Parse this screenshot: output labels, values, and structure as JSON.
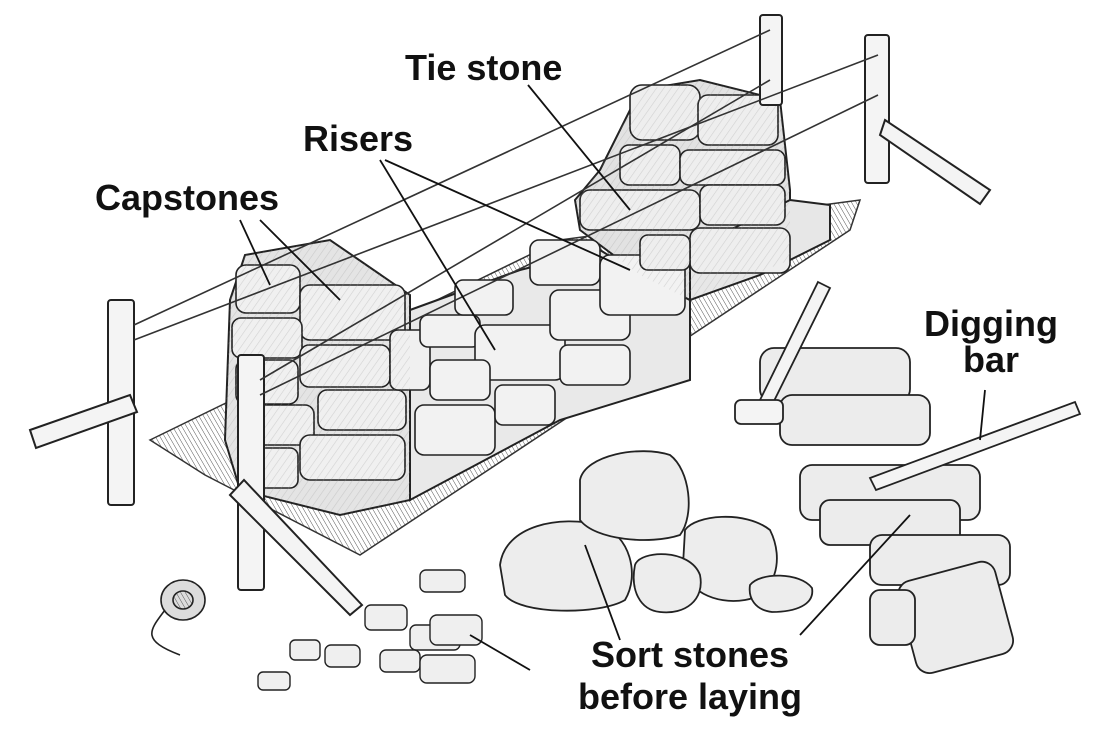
{
  "labels": {
    "tie_stone": "Tie stone",
    "risers": "Risers",
    "capstones": "Capstones",
    "digging_bar_line1": "Digging",
    "digging_bar_line2": "bar",
    "sort_stones_line1": "Sort stones",
    "sort_stones_line2": "before laying"
  },
  "colors": {
    "ink": "#111111",
    "stone_fill": "#e6e6e6",
    "stone_shade": "#bdbdbd",
    "ground": "#7a7a7a",
    "background": "#ffffff"
  },
  "icons": [
    "stone-wall-illustration",
    "wooden-post-icon",
    "string-line-icon",
    "mallet-icon",
    "digging-bar-icon",
    "twine-spool-icon"
  ]
}
